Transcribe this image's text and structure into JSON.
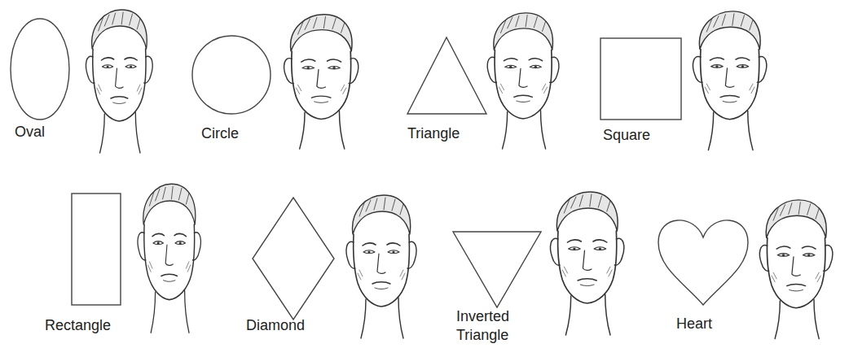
{
  "diagram": {
    "labels": [
      "Oval",
      "Circle",
      "Triangle",
      "Square",
      "Rectangle",
      "Diamond",
      "Inverted Triangle",
      "Heart"
    ]
  }
}
